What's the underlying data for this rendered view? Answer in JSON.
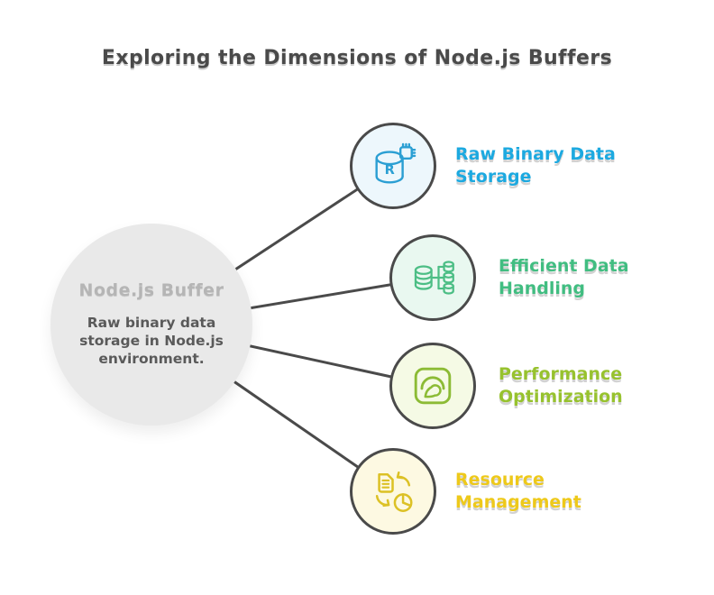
{
  "title": "Exploring the Dimensions of Node.js Buffers",
  "center_node": {
    "title": "Node.js Buffer",
    "description": "Raw binary data storage in Node.js environment."
  },
  "nodes": [
    {
      "label_line1": "Raw Binary Data",
      "label_line2": "Storage",
      "icon": "database-r-chip-icon",
      "icon_letter": "R",
      "label_color": "#1CA9E0",
      "icon_color": "#2B9FD3",
      "circle_fill": "#EDF7FC"
    },
    {
      "label_line1": "Efficient Data",
      "label_line2": "Handling",
      "icon": "database-distribution-icon",
      "label_color": "#41BD81",
      "icon_color": "#4CBE85",
      "circle_fill": "#E9F8F0"
    },
    {
      "label_line1": "Performance",
      "label_line2": "Optimization",
      "icon": "gauge-icon",
      "label_color": "#97C22E",
      "icon_color": "#8CBB35",
      "circle_fill": "#F5FAE5"
    },
    {
      "label_line1": "Resource",
      "label_line2": "Management",
      "icon": "document-recycle-pie-icon",
      "label_color": "#EEC91A",
      "icon_color": "#DCC125",
      "circle_fill": "#FDF9E2"
    }
  ],
  "colors": {
    "background": "#FFFFFF",
    "connector_line": "#4A4A4A",
    "node_border": "#4A4A4A",
    "title_text": "#4A4A4A",
    "center_circle_fill": "#E9E9E9",
    "center_title_text": "#B5B5B5",
    "center_description_text": "#5A5A5A"
  }
}
